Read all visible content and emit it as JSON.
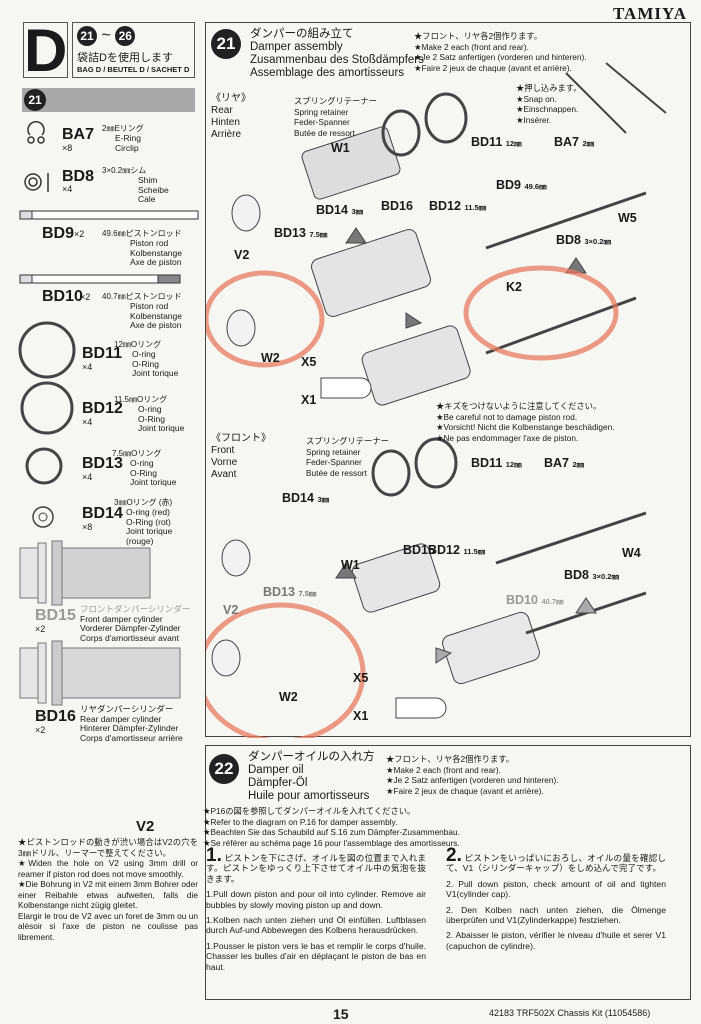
{
  "brand": "TAMIYA",
  "bag": {
    "letter": "D",
    "range_start": "21",
    "range_sep": "~",
    "range_end": "26",
    "jp": "袋詰Dを使用します",
    "en": "BAG D / BEUTEL D / SACHET D"
  },
  "step_bar": "21",
  "parts": [
    {
      "code": "BA7",
      "qty": "×8",
      "jp": "2㎜Eリング",
      "names": [
        "E-Ring",
        "Circlip"
      ]
    },
    {
      "code": "BD8",
      "qty": "×4",
      "jp": "3×0.2㎜シム",
      "names": [
        "Shim",
        "Scheibe",
        "Cale"
      ]
    },
    {
      "code": "BD9",
      "qty": "×2",
      "jp": "49.6㎜ピストンロッド",
      "names": [
        "Piston rod",
        "Kolbenstange",
        "Axe de piston"
      ]
    },
    {
      "code": "BD10",
      "qty": "×2",
      "jp": "40.7㎜ピストンロッド",
      "names": [
        "Piston rod",
        "Kolbenstange",
        "Axe de piston"
      ]
    },
    {
      "code": "BD11",
      "qty": "×4",
      "jp": "12㎜Oリング",
      "names": [
        "O-ring",
        "O-Ring",
        "Joint torique"
      ]
    },
    {
      "code": "BD12",
      "qty": "×4",
      "jp": "11.5㎜Oリング",
      "names": [
        "O-ring",
        "O-Ring",
        "Joint torique"
      ]
    },
    {
      "code": "BD13",
      "qty": "×4",
      "jp": "7.5㎜Oリング",
      "names": [
        "O-ring",
        "O-Ring",
        "Joint torique"
      ]
    },
    {
      "code": "BD14",
      "qty": "×8",
      "jp": "3㎜Oリング (赤)",
      "names": [
        "O-ring (red)",
        "O-Ring (rot)",
        "Joint torique",
        "(rouge)"
      ]
    },
    {
      "code": "BD15",
      "qty": "×2",
      "jp": "フロントダンパーシリンダー",
      "names": [
        "Front damper cylinder",
        "Vorderer Dämpfer-Zylinder",
        "Corps d'amortisseur avant"
      ]
    },
    {
      "code": "BD16",
      "qty": "×2",
      "jp": "リヤダンパーシリンダー",
      "names": [
        "Rear damper cylinder",
        "Hinterer Dämpfer-Zylinder",
        "Corps d'amortisseur arrière"
      ]
    }
  ],
  "v2_tip": {
    "label": "V2",
    "lines": [
      "★ピストンロッドの動きが渋い場合はV2の穴を3㎜ドリル、リーマーで整えてください。",
      "★Widen the hole on V2 using 3mm drill or reamer if piston rod does not move smoothly.",
      "★Die Bohrung in V2 mit einem 3mm Bohrer oder einer Reibahle etwas aufweiten, falls die Kolbenstange nicht zügig gleitet.",
      "Elargir le trou de V2 avec un foret de 3mm ou un alésoir si l'axe de piston ne coulisse pas librement."
    ]
  },
  "step21": {
    "num": "21",
    "title": [
      "ダンパーの組み立て",
      "Damper assembly",
      "Zusammenbau des Stoßdämpfers",
      "Assemblage des amortisseurs"
    ],
    "notes": [
      "★フロント、リヤ各2個作ります。",
      "★Make 2 each (front and rear).",
      "★Je 2 Satz anfertigen (vorderen und hinteren).",
      "★Faire 2 jeux de chaque (avant et arrière)."
    ],
    "snap": [
      "★押し込みます。",
      "★Snap on.",
      "★Einschnappen.",
      "★Insérer."
    ],
    "careful": [
      "★キズをつけないように注意してください。",
      "★Be careful not to damage piston rod.",
      "★Vorsicht! Nicht die Kolbenstange beschädigen.",
      "★Ne pas endommager l'axe de piston."
    ],
    "rear": {
      "section": [
        "《リヤ》",
        "Rear",
        "Hinten",
        "Arrière"
      ],
      "retainer": [
        "スプリングリテーナー",
        "Spring retainer",
        "Feder-Spanner",
        "Butée de ressort"
      ],
      "labels": {
        "w1": "W1",
        "bd14": "BD14",
        "bd14s": "3㎜",
        "bd16": "BD16",
        "bd12": "BD12",
        "bd12s": "11.5㎜",
        "bd11": "BD11",
        "bd11s": "12㎜",
        "ba7": "BA7",
        "ba7s": "2㎜",
        "bd9": "BD9",
        "bd9s": "49.6㎜",
        "w5": "W5",
        "bd8": "BD8",
        "bd8s": "3×0.2㎜",
        "bd13": "BD13",
        "bd13s": "7.5㎜",
        "v2": "V2",
        "k2": "K2",
        "w2": "W2",
        "x5": "X5",
        "x1": "X1"
      }
    },
    "front": {
      "section": [
        "《フロント》",
        "Front",
        "Vorne",
        "Avant"
      ],
      "retainer": [
        "スプリングリテーナー",
        "Spring retainer",
        "Feder-Spanner",
        "Butée de ressort"
      ],
      "labels": {
        "bd14": "BD14",
        "bd14s": "3㎜",
        "w1": "W1",
        "bd15": "BD15",
        "bd12": "BD12",
        "bd12s": "11.5㎜",
        "bd11": "BD11",
        "bd11s": "12㎜",
        "ba7": "BA7",
        "ba7s": "2㎜",
        "w4": "W4",
        "bd8": "BD8",
        "bd8s": "3×0.2㎜",
        "bd10": "BD10",
        "bd10s": "40.7㎜",
        "bd13": "BD13",
        "bd13s": "7.5㎜",
        "v2": "V2",
        "w2": "W2",
        "x5": "X5",
        "x1": "X1"
      }
    }
  },
  "step22": {
    "num": "22",
    "title": [
      "ダンパーオイルの入れ方",
      "Damper oil",
      "Dämpfer-Öl",
      "Huile pour amortisseurs"
    ],
    "notes": [
      "★フロント、リヤ各2個作ります。",
      "★Make 2 each (front and rear).",
      "★Je 2 Satz anfertigen (vorderen und hinteren).",
      "★Faire 2 jeux de chaque (avant et arrière)."
    ],
    "refer": [
      "★P16の図を参照してダンパーオイルを入れてください。",
      "★Refer to the diagram on P.16 for damper assembly.",
      "★Beachten Sie das Schaubild auf S.16 zum Dämpfer-Zusammenbau.",
      "★Se référer au schéma page 16 pour l'assemblage des amortisseurs."
    ],
    "step1": {
      "num": "1.",
      "jp": "ピストンを下にさげ、オイルを図の位置まで入れます。ピストンをゆっくり上下させてオイル中の気泡を抜きます。",
      "en": "1.Pull down piston and pour oil into cylinder. Remove air bubbles by slowly moving piston up and down.",
      "de": "1.Kolben nach unten ziehen und Öl einfüllen. Luftblasen durch Auf-und Abbewegen des Kolbens herausdrücken.",
      "fr": "1.Pousser le piston vers le bas et remplir le corps d'huile. Chasser les bulles d'air en déplaçant le piston de bas en haut."
    },
    "step2": {
      "num": "2.",
      "jp": "ピストンをいっぱいにおろし、オイルの量を確認して、V1（シリンダーキャップ）をしめ込んで完了です。",
      "en": "2. Pull down piston, check amount of oil and tighten V1(cylinder cap).",
      "de": "2. Den Kolben nach unten ziehen, die Ölmenge überprüfen und V1(Zylinderkappe) festziehen.",
      "fr": "2. Abaisser le piston, vérifier le niveau d'huile et serer V1 (capuchon de cylindre)."
    }
  },
  "footer": {
    "page": "15",
    "kit": "42183 TRF502X Chassis Kit (11054586)"
  },
  "colors": {
    "highlight": "#e8795e",
    "ink": "#1a1a1a"
  }
}
